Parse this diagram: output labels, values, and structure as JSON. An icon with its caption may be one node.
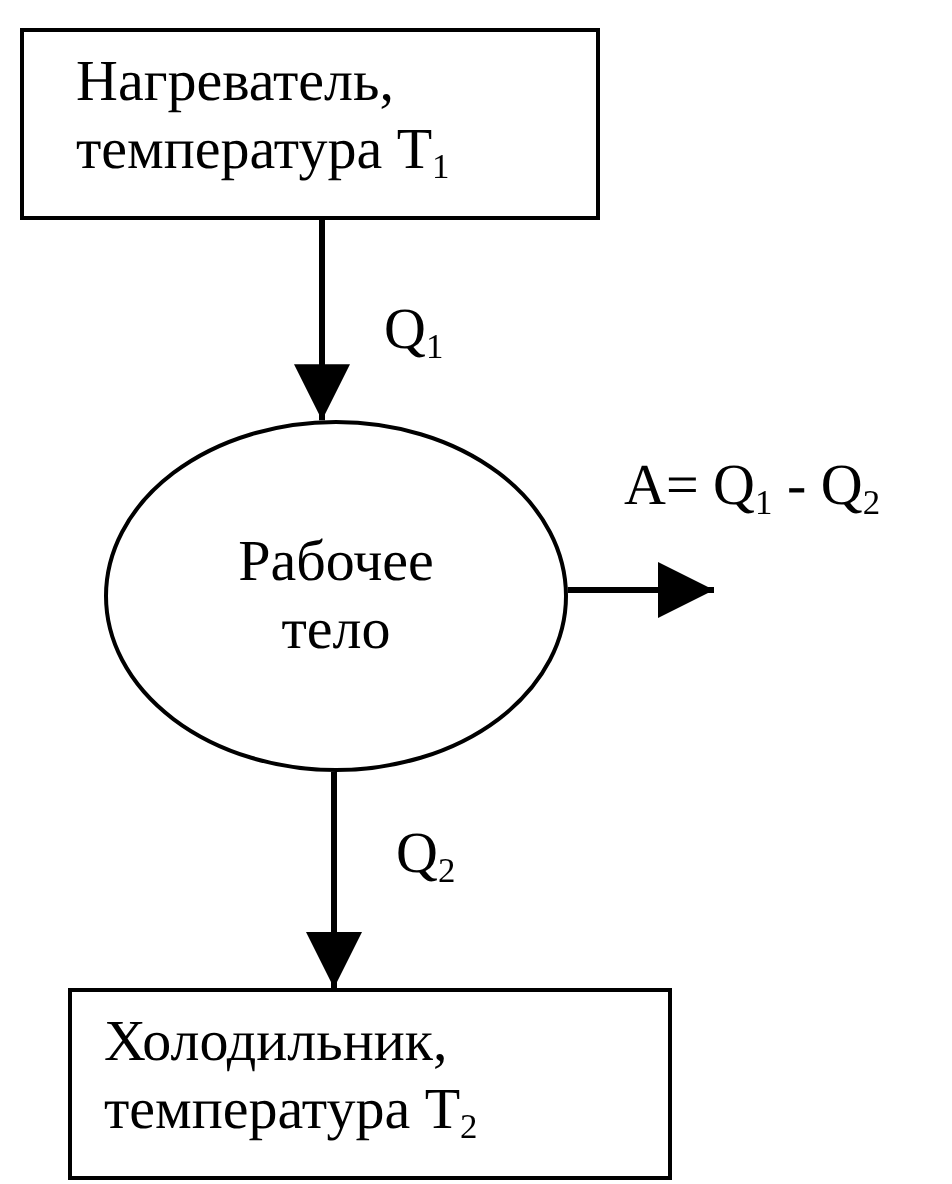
{
  "diagram": {
    "nodes": [
      {
        "text": [
          "Нагреватель, температура T$_{1}$"
        ]
      },
      {
        "text": [
          "Рабочее тело"
        ]
      },
      {
        "text": [
          "Холодильник, температура T$_{2}$"
        ]
      }
    ],
    "edges": [
      {
        "from": 0,
        "to": 1,
        "arrow": "to",
        "label": "Q$_{1}$"
      },
      {
        "from": 1,
        "to": 2,
        "arrow": "to",
        "label": "Q$_{2}$"
      },
      {
        "from": 1,
        "to": null,
        "arrow": "to",
        "label": "A= Q$_{1}$ - Q$_{2}$"
      }
    ]
  }
}
